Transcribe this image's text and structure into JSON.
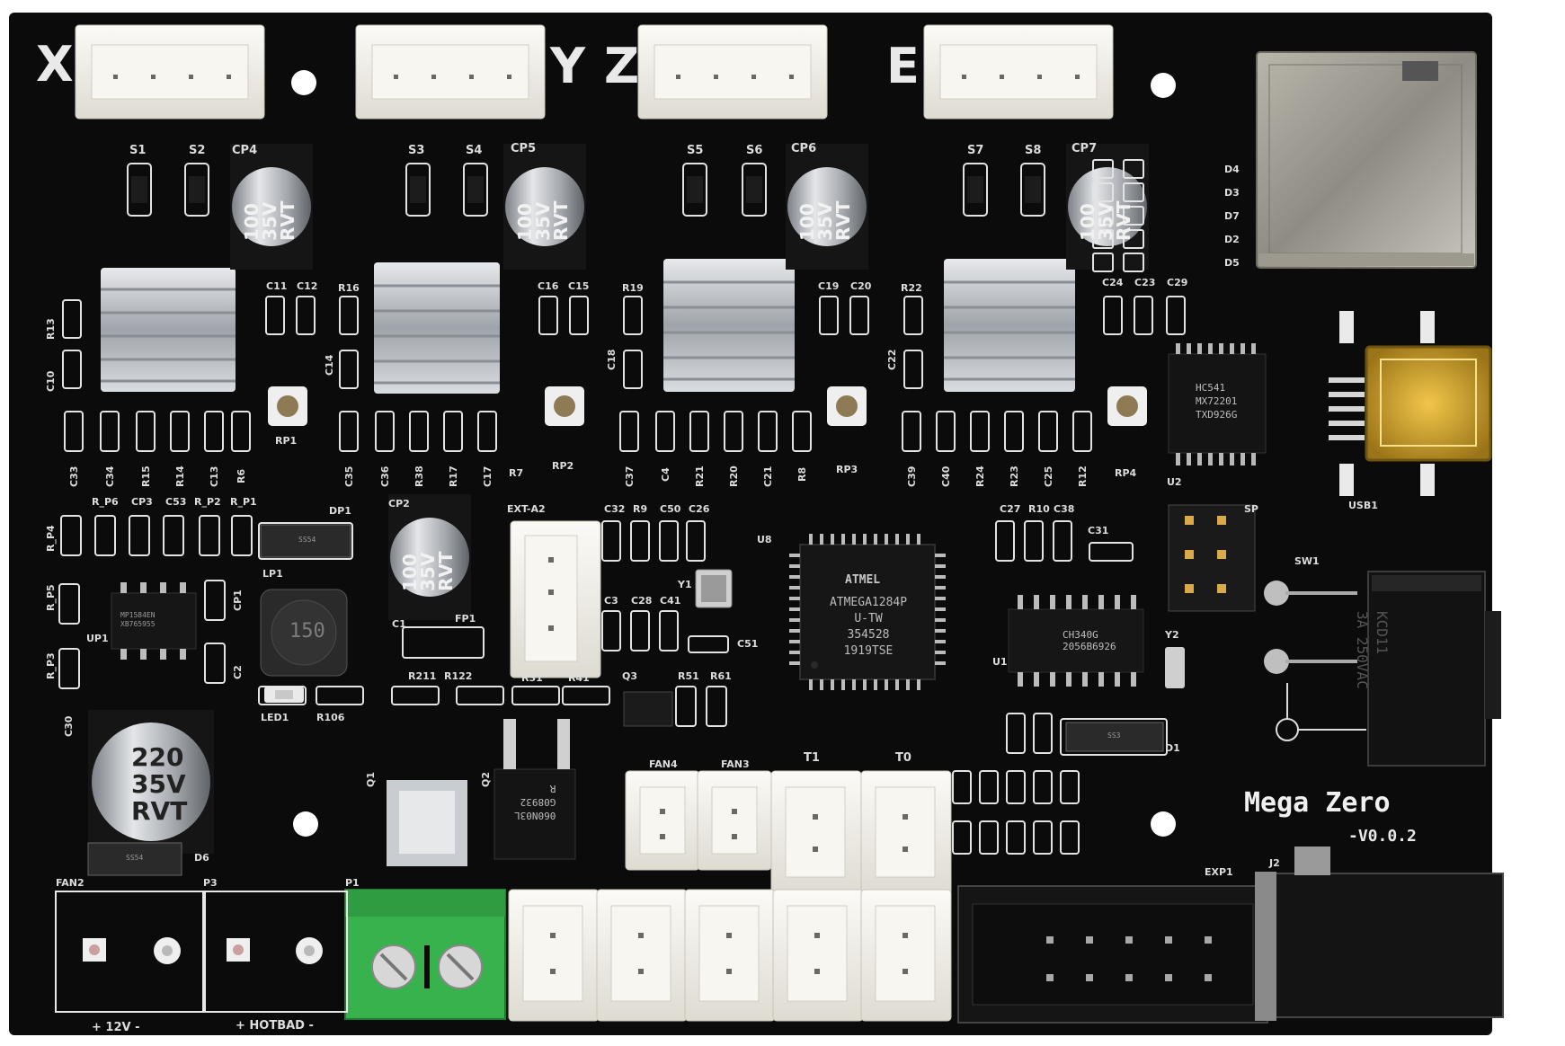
{
  "board": {
    "title": "Mega Zero",
    "version": "-V0.0.2"
  },
  "axis_labels": {
    "x": "X",
    "y": "Y",
    "z": "Z",
    "e": "E"
  },
  "labels": {
    "s1": "S1",
    "s2": "S2",
    "s3": "S3",
    "s4": "S4",
    "s5": "S5",
    "s6": "S6",
    "s7": "S7",
    "s8": "S8",
    "cp4": "CP4",
    "cp5": "CP5",
    "cp6": "CP6",
    "cp7": "CP7",
    "cp2": "CP2",
    "cp3": "CP3",
    "cp1": "CP1",
    "c11": "C11",
    "c12": "C12",
    "c16": "C16",
    "c15": "C15",
    "c19": "C19",
    "c20": "C20",
    "c24": "C24",
    "c23": "C23",
    "c29": "C29",
    "r16": "R16",
    "r19": "R19",
    "r22": "R22",
    "r13": "R13",
    "c10": "C10",
    "c14": "C14",
    "c18": "C18",
    "c22": "C22",
    "rp1": "RP1",
    "rp2": "RP2",
    "rp3": "RP3",
    "rp4": "RP4",
    "row1": [
      "C33",
      "C34",
      "R15",
      "R14",
      "C13",
      "R6"
    ],
    "row2": [
      "C35",
      "C36",
      "R38",
      "R17",
      "C17",
      "R7"
    ],
    "row3": [
      "C37",
      "C4",
      "R21",
      "R20",
      "C21",
      "R8"
    ],
    "row4": [
      "C39",
      "C40",
      "R24",
      "R23",
      "C25",
      "R12"
    ],
    "d4": "D4",
    "d3": "D3",
    "d7": "D7",
    "d2": "D2",
    "d5": "D5",
    "u2": "U2",
    "usb1": "USB1",
    "r_p6": "R_P6",
    "c53": "C53",
    "r_p2": "R_P2",
    "r_p1": "R_P1",
    "dp1": "DP1",
    "r_p4": "R_P4",
    "r_p5": "R_P5",
    "r_p3": "R_P3",
    "up1": "UP1",
    "lp1": "LP1",
    "c1": "C1",
    "fp1": "FP1",
    "c2": "C2",
    "led1": "LED1",
    "r106": "R106",
    "r211": "R211",
    "r122": "R122",
    "ext_a2": "EXT-A2",
    "c32": "C32",
    "r9": "R9",
    "c50": "C50",
    "c26": "C26",
    "y1": "Y1",
    "c3": "C3",
    "c28": "C28",
    "c41": "C41",
    "c51": "C51",
    "u8": "U8",
    "c27": "C27",
    "r10": "R10",
    "c38": "C38",
    "c31": "C31",
    "isp": "SP",
    "sw1": "SW1",
    "u1": "U1",
    "y2": "Y2",
    "d1": "D1",
    "r31": "R31",
    "r41": "R41",
    "q3": "Q3",
    "r51": "R51",
    "r61": "R61",
    "c30": "C30",
    "d6": "D6",
    "q1": "Q1",
    "q2": "Q2",
    "fan4": "FAN4",
    "fan3": "FAN3",
    "t1": "T1",
    "t0": "T0",
    "j2": "J2",
    "exp1": "EXP1",
    "fan2": "FAN2",
    "p3": "P3",
    "p1": "P1",
    "v12": "+ 12V -",
    "hotbad": "+ HOTBAD -"
  },
  "cap_markings": {
    "driver_cap": [
      "100",
      "35V",
      "RVT"
    ],
    "main_cap": [
      "220",
      "35V",
      "RVT"
    ]
  },
  "chip_markings": {
    "mcu_brand": "ATMEL",
    "mcu": [
      "ATMEGA1284P",
      "U-TW",
      "354528",
      "1919TSE"
    ],
    "usb_chip": [
      "CH340G",
      "2056B6926"
    ],
    "u2_chip": [
      "HC541",
      "MX72201",
      "TXD926G"
    ],
    "inductor": "150",
    "mosfet": [
      "060N03L",
      "G08932",
      "R"
    ],
    "diode_dp1": "SS54",
    "diode_d1": "SS3",
    "diode_d6": "SS54",
    "switch": [
      "KCD11",
      "3A 250VAC"
    ],
    "up1_chip": [
      "MP1584EN",
      "XB765955"
    ]
  },
  "colors": {
    "pcb": "#0b0b0b",
    "connector": "#f1efe9",
    "heatsink": "#bfc3c8",
    "terminal_green": "#37b24d",
    "silkscreen": "#e9e9e9"
  }
}
